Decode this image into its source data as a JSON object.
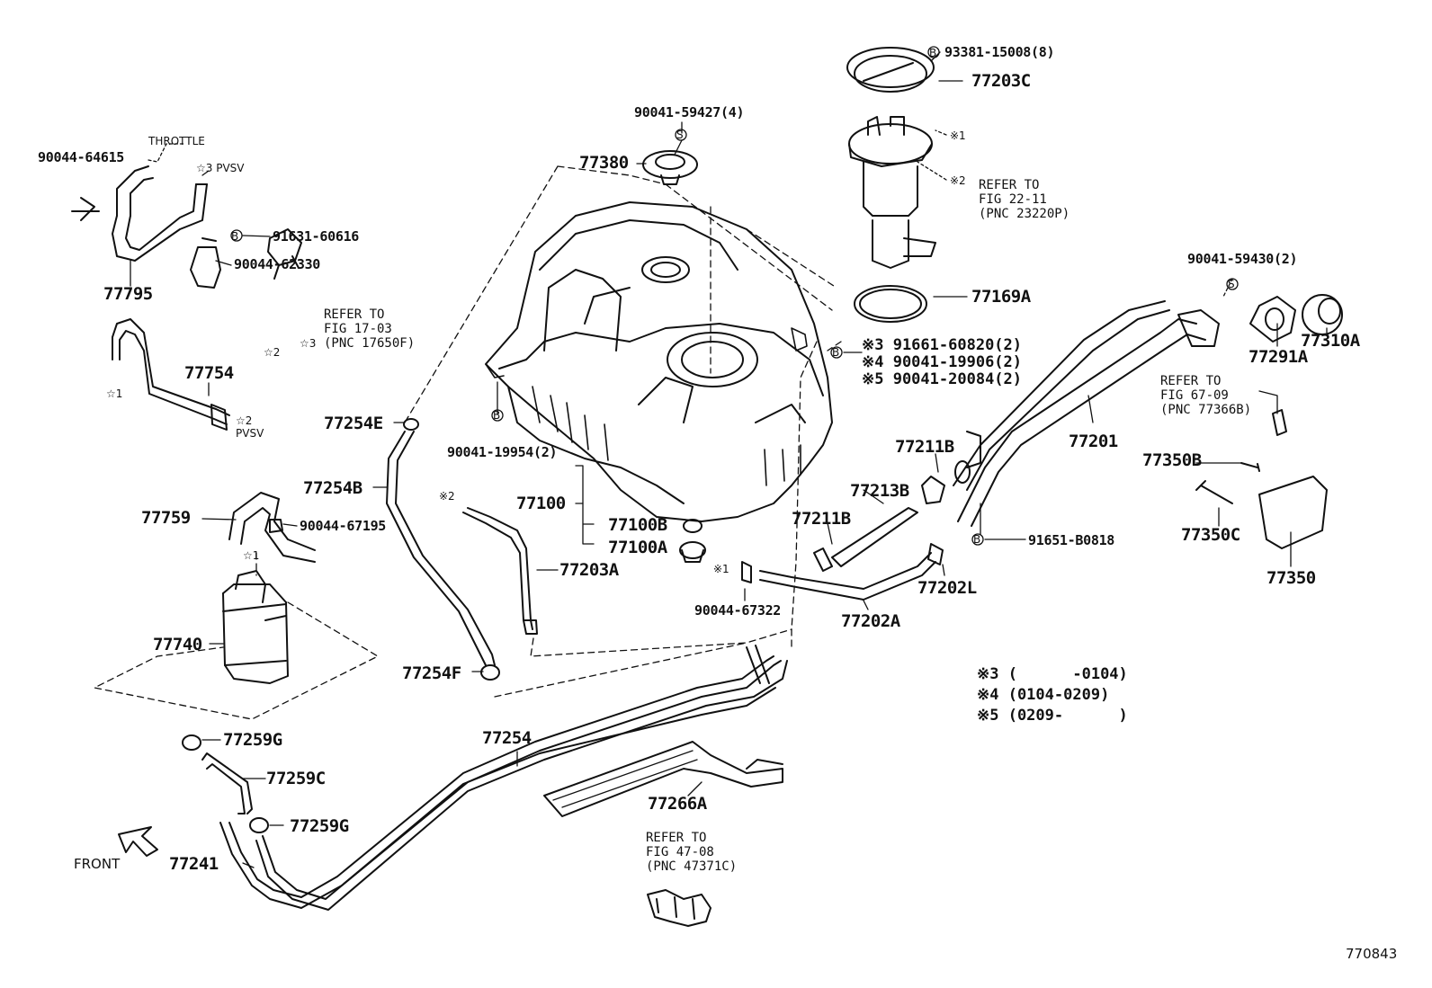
{
  "labels": {
    "p77795": "77795",
    "p90044_64615": "90044-64615",
    "throttle": "THROTTLE",
    "pvsv3": "☆3 PVSV",
    "p91631": "91631-60616",
    "p90044_62330": "90044-62330",
    "p77754": "77754",
    "star1a": "☆1",
    "pvsv2": "☆2\nPVSV",
    "star2": "☆2",
    "star3": "☆3",
    "p77759": "77759",
    "p90044_67195": "90044-67195",
    "p77740": "77740",
    "star1b": "☆1",
    "p77259g1": "77259G",
    "p77259c": "77259C",
    "p77259g2": "77259G",
    "p77241": "77241",
    "front": "FRONT",
    "p77254e": "77254E",
    "p77254b": "77254B",
    "p77254f": "77254F",
    "p77254": "77254",
    "p77266a": "77266A",
    "p90041_59427": "90041-59427(4)",
    "p77380": "77380",
    "p90041_19954": "90041-19954(2)",
    "p77100": "77100",
    "p77100b": "77100B",
    "p77100a": "77100A",
    "p77203a": "77203A",
    "mark2": "※2",
    "mark1": "※1",
    "p90044_67322": "90044-67322",
    "p77202a": "77202A",
    "p77202l": "77202L",
    "p77211b1": "77211B",
    "p77211b2": "77211B",
    "p77213b": "77213B",
    "p93381": "93381-15008(8)",
    "p77203c": "77203C",
    "mark1b": "※1",
    "mark2b": "※2",
    "p77169a": "77169A",
    "n3": "※3 91661-60820(2)",
    "n4": "※4 90041-19906(2)",
    "n5": "※5 90041-20084(2)",
    "p90041_59430": "90041-59430(2)",
    "p77201": "77201",
    "p77291a": "77291A",
    "p77310a": "77310A",
    "p77350b": "77350B",
    "p77350c": "77350C",
    "p77350": "77350",
    "p91651": "91651-B0818",
    "legend3": "※3 (      -0104)",
    "legend4": "※4 (0104-0209)",
    "legend5": "※5 (0209-      )",
    "ref_17_03": "REFER TO\nFIG 17-03\n(PNC 17650F)",
    "ref_22_11": "REFER TO\nFIG 22-11\n(PNC 23220P)",
    "ref_67_09": "REFER TO\nFIG 67-09\n(PNC 77366B)",
    "ref_47_08": "REFER TO\nFIG 47-08\n(PNC 47371C)",
    "figure_id": "770843"
  },
  "colors": {
    "ink": "#111111",
    "paper": "#ffffff"
  }
}
